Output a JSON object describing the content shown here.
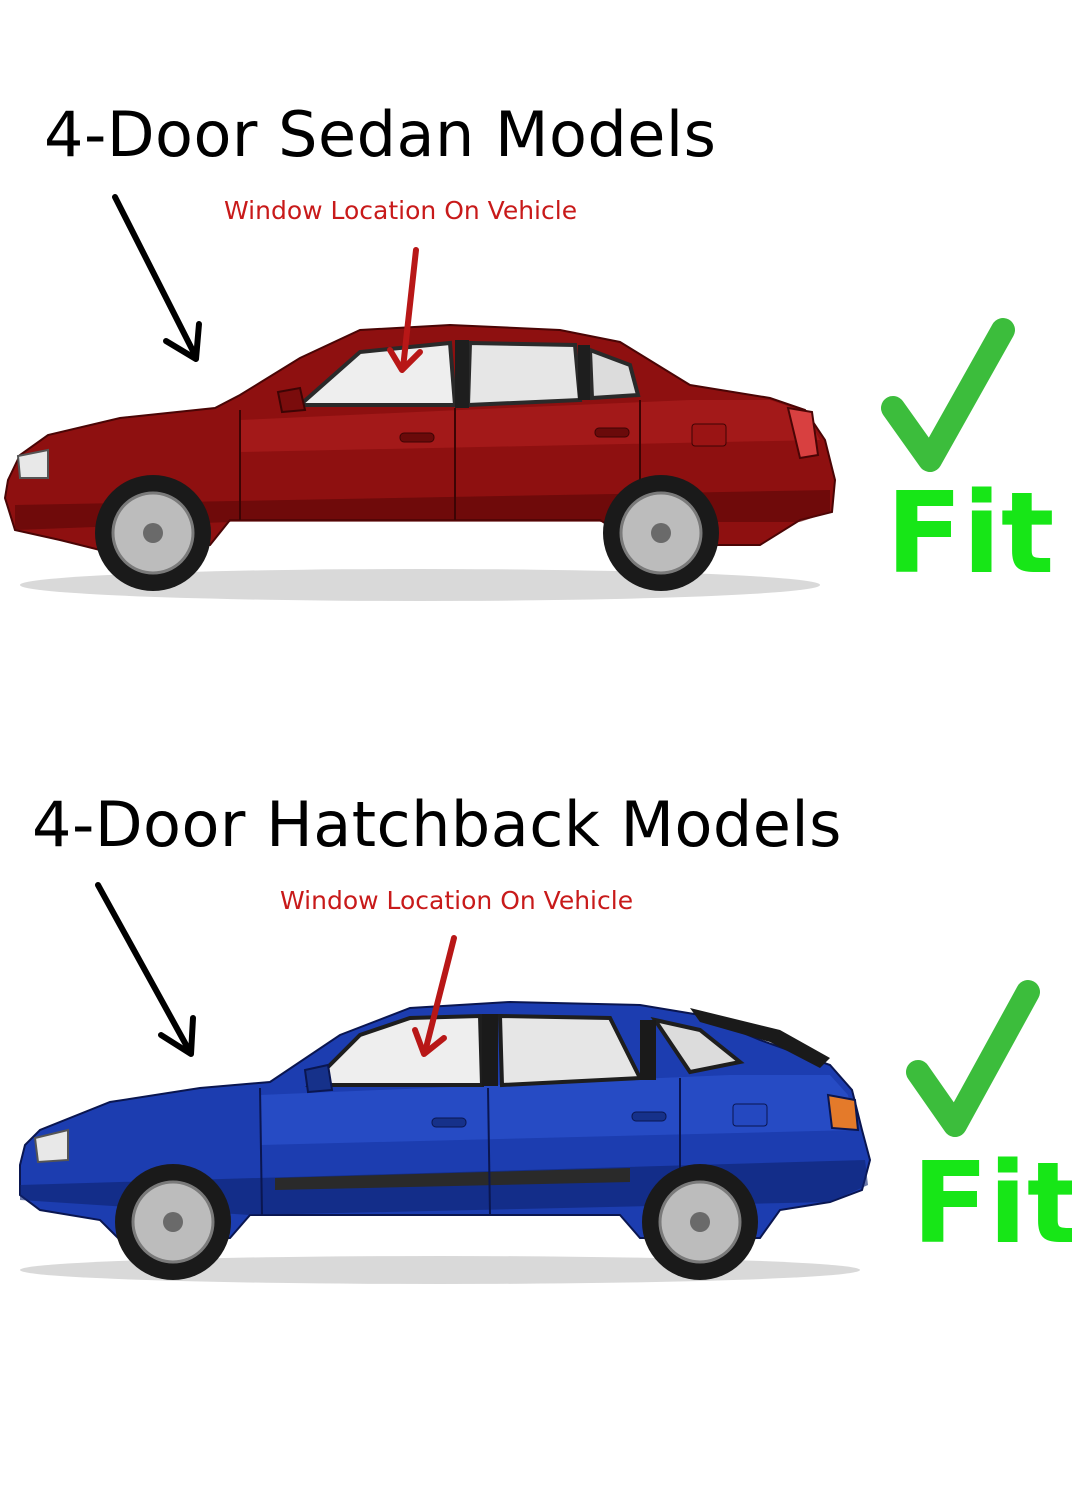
{
  "sections": [
    {
      "title": "4-Door Sedan Models",
      "location_label": "Window Location On Vehicle",
      "fit_label": "Fit",
      "car_color": "#8e1010",
      "car_highlight": "#b52121",
      "car_shadow": "#5a0707"
    },
    {
      "title": "4-Door Hatchback Models",
      "location_label": "Window Location On Vehicle",
      "fit_label": "Fit",
      "car_color": "#1c3db0",
      "car_highlight": "#2f58d6",
      "car_shadow": "#0e2370"
    }
  ],
  "colors": {
    "fit_green": "#17e617",
    "check_green": "#3cbd3c",
    "label_red": "#c81a1a",
    "arrow_red": "#b81717"
  }
}
